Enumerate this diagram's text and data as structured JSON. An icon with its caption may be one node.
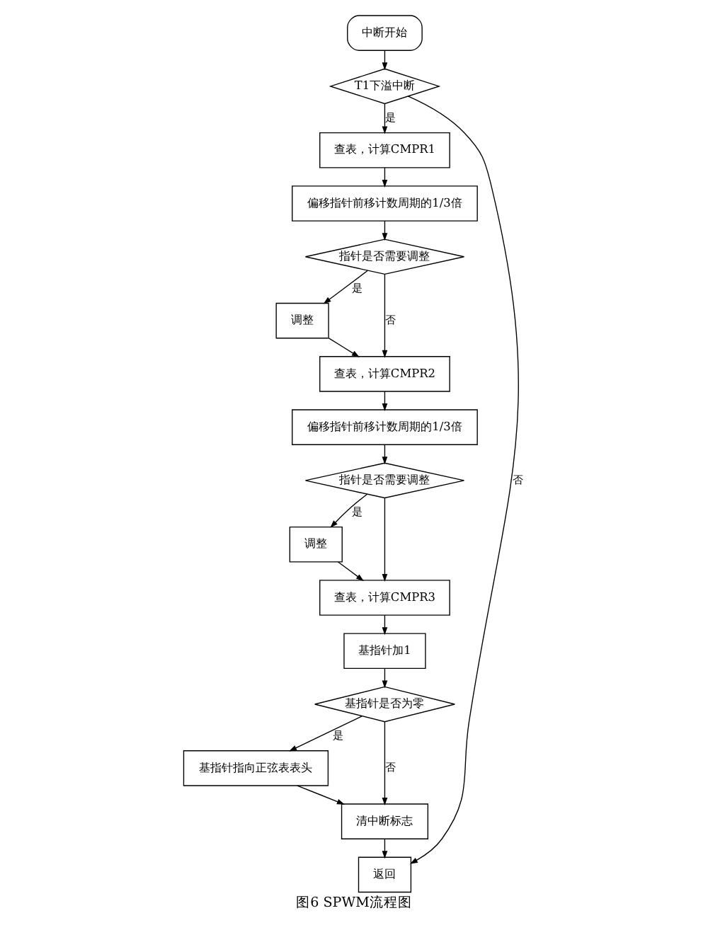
{
  "diagram": {
    "caption": "图6 SPWM流程图",
    "nodes": [
      {
        "text": [
          "中断开始"
        ]
      },
      {
        "text": [
          "T1下溢中断"
        ]
      },
      {
        "text": [
          "查表，计算CMPR1"
        ]
      },
      {
        "text": [
          "偏移指针前移计数周期的1/3倍"
        ]
      },
      {
        "text": [
          "指针是否需要调整"
        ]
      },
      {
        "text": [
          "调整"
        ]
      },
      {
        "text": [
          "查表，计算CMPR2"
        ]
      },
      {
        "text": [
          "偏移指针前移计数周期的1/3倍"
        ]
      },
      {
        "text": [
          "指针是否需要调整"
        ]
      },
      {
        "text": [
          "调整"
        ]
      },
      {
        "text": [
          "查表，计算CMPR3"
        ]
      },
      {
        "text": [
          "基指针加1"
        ]
      },
      {
        "text": [
          "基指针是否为零"
        ]
      },
      {
        "text": [
          "基指针指向正弦表表头"
        ]
      },
      {
        "text": [
          "清中断标志"
        ]
      },
      {
        "text": [
          "返回"
        ]
      }
    ],
    "edges": [
      {
        "from": 0,
        "to": 1,
        "arrow": "to"
      },
      {
        "from": 1,
        "to": 2,
        "arrow": "to",
        "label": "是"
      },
      {
        "from": 1,
        "to": 15,
        "arrow": "to",
        "label": "否"
      },
      {
        "from": 2,
        "to": 3,
        "arrow": "to"
      },
      {
        "from": 3,
        "to": 4,
        "arrow": "to"
      },
      {
        "from": 4,
        "to": 5,
        "arrow": "to",
        "label": "是"
      },
      {
        "from": 4,
        "to": 6,
        "arrow": "to",
        "label": "否"
      },
      {
        "from": 5,
        "to": 6,
        "arrow": "to"
      },
      {
        "from": 6,
        "to": 7,
        "arrow": "to"
      },
      {
        "from": 7,
        "to": 8,
        "arrow": "to"
      },
      {
        "from": 8,
        "to": 9,
        "arrow": "to",
        "label": "是"
      },
      {
        "from": 8,
        "to": 10,
        "arrow": "to"
      },
      {
        "from": 9,
        "to": 10,
        "arrow": "to"
      },
      {
        "from": 10,
        "to": 11,
        "arrow": "to"
      },
      {
        "from": 11,
        "to": 12,
        "arrow": "to"
      },
      {
        "from": 12,
        "to": 13,
        "arrow": "to",
        "label": "是"
      },
      {
        "from": 12,
        "to": 14,
        "arrow": "to",
        "label": "否"
      },
      {
        "from": 13,
        "to": 14,
        "arrow": "to"
      },
      {
        "from": 14,
        "to": 15,
        "arrow": "to"
      }
    ]
  }
}
